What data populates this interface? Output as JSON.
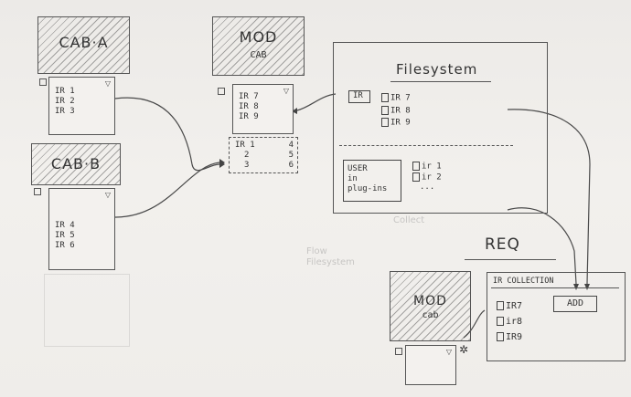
{
  "cab_a": {
    "title": "CAB·A",
    "irs": [
      "IR 1",
      "IR 2",
      "IR 3"
    ]
  },
  "cab_b": {
    "title": "CAB·B",
    "irs": [
      "IR 4",
      "IR 5",
      "IR 6"
    ]
  },
  "mod_cab": {
    "title": "MOD",
    "subtitle": "CAB",
    "irs": [
      "IR 7",
      "IR 8",
      "IR 9"
    ],
    "grid": [
      [
        "IR 1",
        "4"
      ],
      [
        "2",
        "5"
      ],
      [
        "3",
        "6"
      ]
    ]
  },
  "filesystem": {
    "title": "Filesystem",
    "folder_label": "IR",
    "files": [
      "IR 7",
      "IR 8",
      "IR 9"
    ],
    "user_folder_lines": [
      "USER",
      "in",
      "plug-ins"
    ],
    "user_files": [
      "ir 1",
      "ir 2",
      "..."
    ],
    "faint_text": "Collect"
  },
  "faint_notes": [
    "Flow",
    "Filesystem"
  ],
  "req": {
    "heading": "REQ",
    "mod_title": "MOD",
    "mod_subtitle": "cab",
    "collection_title": "IR COLLECTION",
    "items": [
      "IR7",
      "ir8",
      "IR9"
    ],
    "add_label": "ADD"
  },
  "icons": [
    "square-icon",
    "triangle-icon",
    "file-icon",
    "folder-icon",
    "gear-icon"
  ]
}
